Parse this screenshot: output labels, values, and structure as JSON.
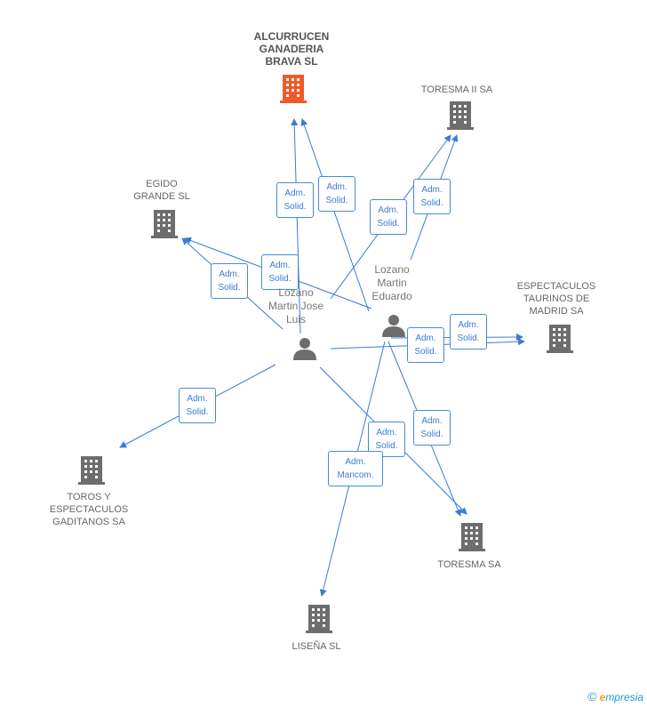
{
  "companies": {
    "alcurrucen": {
      "lines": [
        "ALCURRUCEN",
        "GANADERIA",
        "BRAVA SL"
      ],
      "highlight": true
    },
    "toresma_ii": {
      "lines": [
        "TORESMA II SA"
      ]
    },
    "egido": {
      "lines": [
        "EGIDO",
        "GRANDE SL"
      ]
    },
    "espectaculos_madrid": {
      "lines": [
        "ESPECTACULOS",
        "TAURINOS DE",
        "MADRID SA"
      ]
    },
    "toros_gaditanos": {
      "lines": [
        "TOROS Y",
        "ESPECTACULOS",
        "GADITANOS SA"
      ]
    },
    "toresma": {
      "lines": [
        "TORESMA SA"
      ]
    },
    "lisena": {
      "lines": [
        "LISEÑA SL"
      ]
    }
  },
  "persons": {
    "jose_luis": {
      "lines": [
        "Lozano",
        "Martin Jose",
        "Luis"
      ]
    },
    "eduardo": {
      "lines": [
        "Lozano",
        "Martin",
        "Eduardo"
      ]
    }
  },
  "relations": [
    {
      "from": "jose_luis",
      "to": "alcurrucen",
      "role": [
        "Adm.",
        "Solid."
      ]
    },
    {
      "from": "eduardo",
      "to": "alcurrucen",
      "role": [
        "Adm.",
        "Solid."
      ]
    },
    {
      "from": "jose_luis",
      "to": "toresma_ii",
      "role": [
        "Adm.",
        "Solid."
      ]
    },
    {
      "from": "eduardo",
      "to": "toresma_ii",
      "role": [
        "Adm.",
        "Solid."
      ]
    },
    {
      "from": "jose_luis",
      "to": "egido",
      "role": [
        "Adm.",
        "Solid."
      ]
    },
    {
      "from": "eduardo",
      "to": "egido",
      "role": [
        "Adm.",
        "Solid."
      ]
    },
    {
      "from": "jose_luis",
      "to": "espectaculos_madrid",
      "role": [
        "Adm.",
        "Solid."
      ]
    },
    {
      "from": "eduardo",
      "to": "espectaculos_madrid",
      "role": [
        "Adm.",
        "Solid."
      ]
    },
    {
      "from": "jose_luis",
      "to": "toros_gaditanos",
      "role": [
        "Adm.",
        "Solid."
      ]
    },
    {
      "from": "jose_luis",
      "to": "toresma",
      "role": [
        "Adm.",
        "Solid."
      ]
    },
    {
      "from": "eduardo",
      "to": "toresma",
      "role": [
        "Adm.",
        "Solid."
      ]
    },
    {
      "from": "eduardo",
      "to": "lisena",
      "role": [
        "Adm.",
        "Mancom."
      ]
    }
  ],
  "colors": {
    "edge": "#3a7bd5",
    "company": "#6d6d6d",
    "company_highlight": "#f05a28",
    "person": "#6d6d6d"
  },
  "icons": {
    "company": "building-icon",
    "person": "person-icon"
  },
  "watermark": {
    "symbol": "©",
    "brand_e": "e",
    "brand_rest": "mpresia"
  }
}
